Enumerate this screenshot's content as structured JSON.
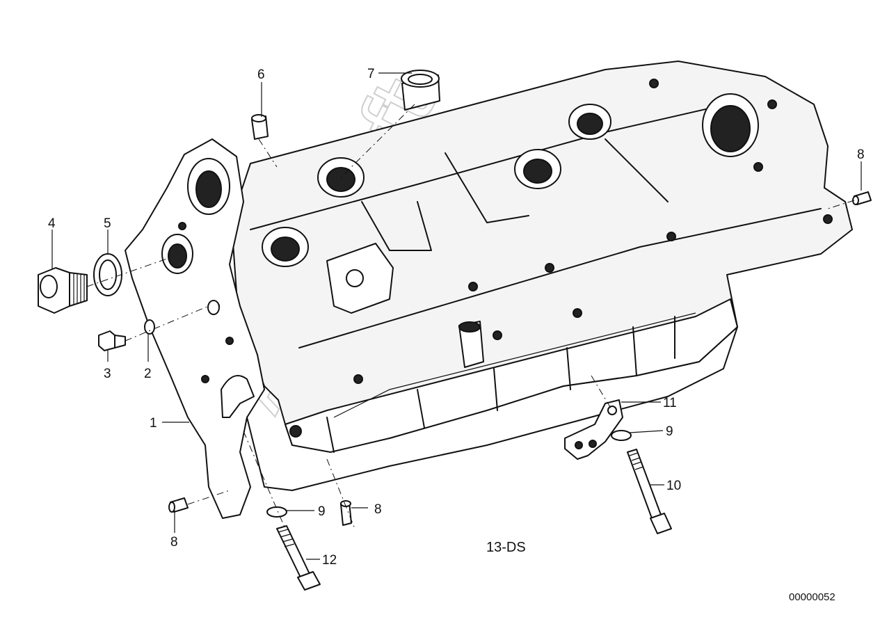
{
  "diagram": {
    "caption": "13-DS",
    "reference_number": "00000052",
    "watermark": "AutoSoft",
    "part_labels": [
      {
        "id": "label-1",
        "text": "1"
      },
      {
        "id": "label-2",
        "text": "2"
      },
      {
        "id": "label-3",
        "text": "3"
      },
      {
        "id": "label-4",
        "text": "4"
      },
      {
        "id": "label-5",
        "text": "5"
      },
      {
        "id": "label-6",
        "text": "6"
      },
      {
        "id": "label-7",
        "text": "7"
      },
      {
        "id": "label-8a",
        "text": "8"
      },
      {
        "id": "label-8b",
        "text": "8"
      },
      {
        "id": "label-8c",
        "text": "8"
      },
      {
        "id": "label-9a",
        "text": "9"
      },
      {
        "id": "label-9b",
        "text": "9"
      },
      {
        "id": "label-10",
        "text": "10"
      },
      {
        "id": "label-11",
        "text": "11"
      },
      {
        "id": "label-12",
        "text": "12"
      }
    ]
  }
}
